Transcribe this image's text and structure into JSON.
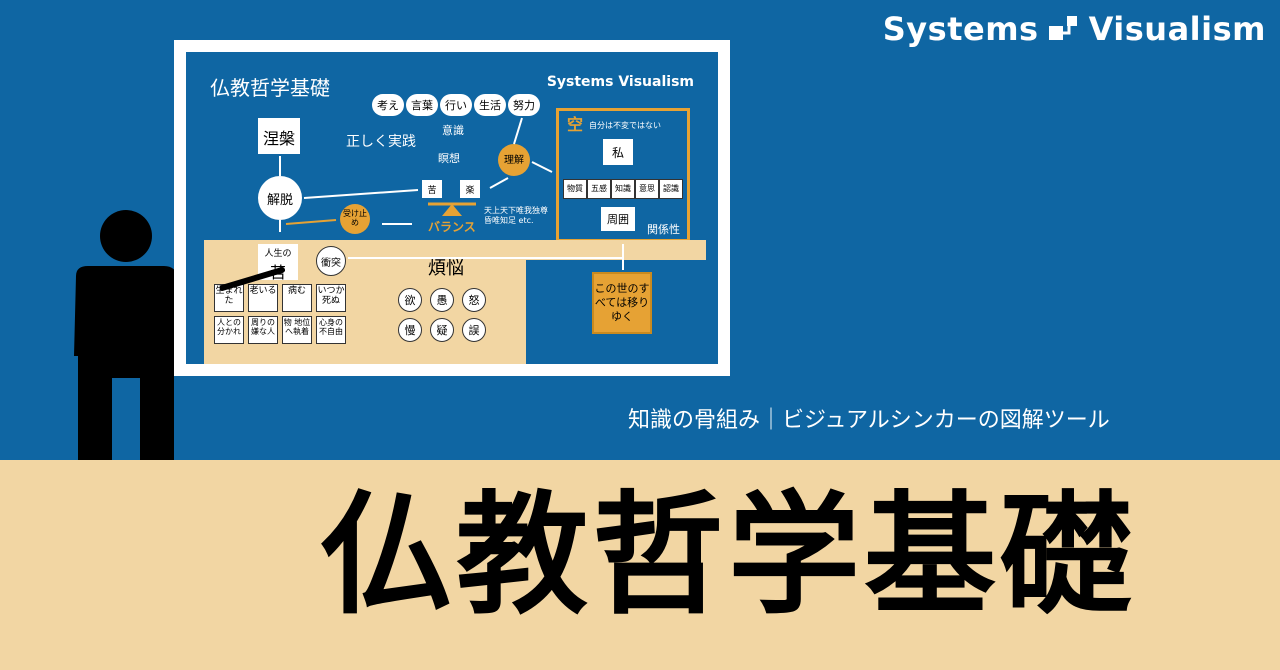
{
  "brand": {
    "name": "Systems Visualism",
    "name_left": "Systems",
    "name_right": "Visualism"
  },
  "subtitle": "知識の骨組み｜ビジュアルシンカーの図解ツール",
  "title": "仏教哲学基礎",
  "board": {
    "title": "仏教哲学基礎",
    "brand": "Systems Visualism",
    "practices": [
      "考え",
      "言葉",
      "行い",
      "生活",
      "努力"
    ],
    "correct_practice": "正しく実践",
    "nirvana": "涅槃",
    "liberation": "解脱",
    "awareness": "意識",
    "meditation": "瞑想",
    "understanding": "理解",
    "suffering": "苦",
    "pleasure": "楽",
    "balance": "バランス",
    "accept": "受け止め",
    "note": "天上天下唯我独尊 昏唯知足 etc.",
    "emptiness": "空",
    "emptiness_desc": "自分は不変ではない",
    "self": "私",
    "aggregates": [
      "物質",
      "五感",
      "知識",
      "意思",
      "認識"
    ],
    "surroundings": "周囲",
    "relation": "関係性",
    "impermanence": "この世のすべては移りゆく",
    "life_suffering_label": "人生の",
    "life_suffering": "苦",
    "conflict": "衝突",
    "afflictions": "煩悩",
    "afflictions_list": [
      "欲",
      "愚",
      "怒",
      "慢",
      "疑",
      "誤"
    ],
    "sufferings_top": [
      "生まれた",
      "老いる",
      "病む",
      "いつか死ぬ"
    ],
    "sufferings_bottom": [
      "人との分かれ",
      "周りの嫌な人",
      "物 地位へ執着",
      "心身の不自由"
    ]
  },
  "colors": {
    "blue": "#0f66a3",
    "tan": "#f2d6a3",
    "orange": "#e6a234"
  }
}
